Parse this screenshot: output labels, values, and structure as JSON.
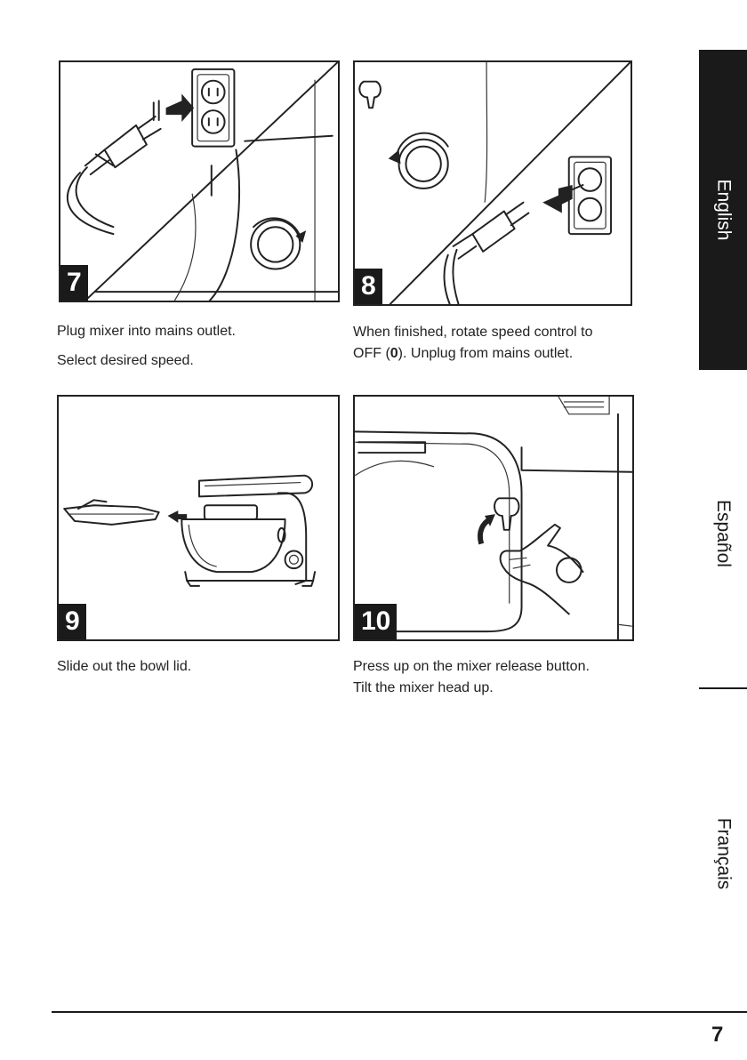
{
  "steps": [
    {
      "number": "7",
      "lines": [
        "Plug mixer into mains outlet.",
        "Select desired speed."
      ]
    },
    {
      "number": "8",
      "lines_rich": [
        [
          "When finished, rotate speed control to"
        ],
        [
          "OFF (",
          "0",
          "). Unplug from mains outlet."
        ]
      ]
    },
    {
      "number": "9",
      "lines": [
        "Slide out the bowl lid."
      ]
    },
    {
      "number": "10",
      "lines": [
        "Press up on the mixer release button.",
        "Tilt the mixer head up."
      ]
    }
  ],
  "side_tabs": [
    {
      "label": "English",
      "active": true
    },
    {
      "label": "Español",
      "active": false
    },
    {
      "label": "Français",
      "active": false
    }
  ],
  "page_number": "7",
  "colors": {
    "tab_active": "#1a1a1a",
    "text": "#1a1a1a"
  }
}
